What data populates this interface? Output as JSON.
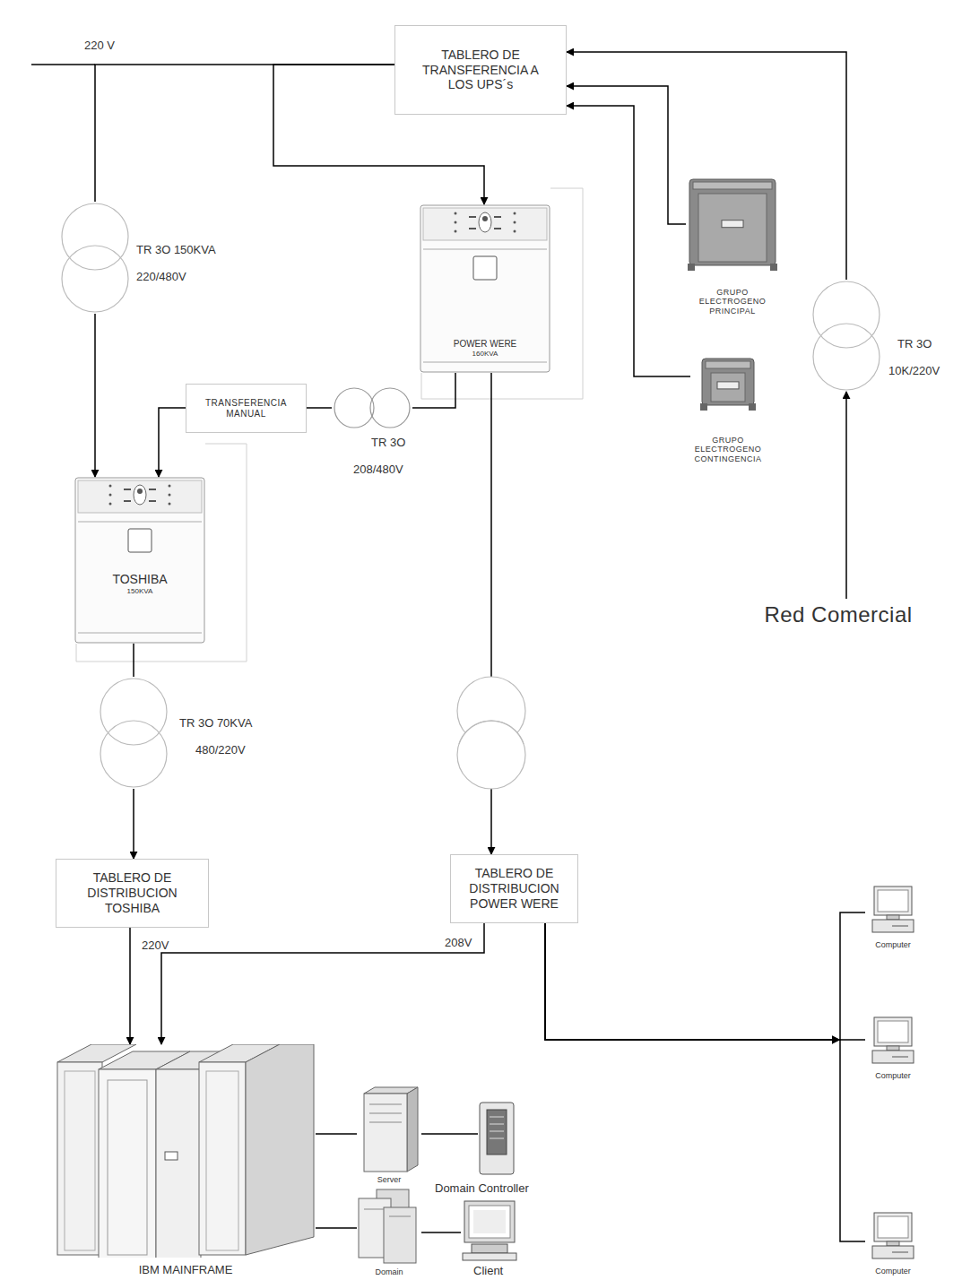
{
  "diagram": {
    "nodes": [
      {
        "text": [
          "TABLERO DE TRANSFERENCIA A LOS UPS´s"
        ]
      },
      {
        "text": [
          "TR 3O 150KVA",
          "220/480V"
        ]
      },
      {
        "text": [
          "POWER WERE",
          "160KVA"
        ]
      },
      {
        "text": [
          "GRUPO ELECTROGENO PRINCIPAL"
        ]
      },
      {
        "text": [
          "TR 3O",
          "10K/220V"
        ]
      },
      {
        "text": [
          "TRANSFERENCIA MANUAL"
        ]
      },
      {
        "text": [
          "TR 3O",
          "208/480V"
        ]
      },
      {
        "text": [
          "GRUPO ELECTROGENO CONTINGENCIA"
        ]
      },
      {
        "text": [
          "TOSHIBA",
          "150KVA"
        ]
      },
      {
        "text": [
          "Red Comercial"
        ]
      },
      {
        "text": [
          "TR 3O 70KVA",
          "480/220V"
        ]
      },
      {
        "text": [
          "TABLERO DE DISTRIBUCION TOSHIBA"
        ]
      },
      {
        "text": [
          "TABLERO DE DISTRIBUCION POWER WERE"
        ]
      },
      {
        "text": [
          "Computer"
        ]
      },
      {
        "text": [
          "Computer"
        ]
      },
      {
        "text": [
          "IBM MAINFRAME"
        ]
      },
      {
        "text": [
          "Server"
        ]
      },
      {
        "text": [
          "Domain Controller"
        ]
      },
      {
        "text": [
          "Domain"
        ]
      },
      {
        "text": [
          "Client"
        ]
      },
      {
        "text": [
          "Computer"
        ]
      }
    ],
    "edges": [
      {
        "from": 0,
        "to": 1,
        "arrow": "none"
      },
      {
        "from": 0,
        "to": 2,
        "arrow": "to"
      },
      {
        "from": 3,
        "to": 0,
        "arrow": "to"
      },
      {
        "from": 7,
        "to": 0,
        "arrow": "to"
      },
      {
        "from": 4,
        "to": 0,
        "arrow": "to"
      },
      {
        "from": 9,
        "to": 4,
        "arrow": "to"
      },
      {
        "from": 1,
        "to": 8,
        "arrow": "to"
      },
      {
        "from": 2,
        "to": 6,
        "arrow": "none"
      },
      {
        "from": 6,
        "to": 5,
        "arrow": "none"
      },
      {
        "from": 5,
        "to": 8,
        "arrow": "to"
      },
      {
        "from": 8,
        "to": 10,
        "arrow": "none"
      },
      {
        "from": 10,
        "to": 11,
        "arrow": "to"
      },
      {
        "from": 2,
        "to": 12,
        "arrow": "to"
      },
      {
        "from": 11,
        "to": 15,
        "label": "220V",
        "arrow": "to"
      },
      {
        "from": 12,
        "to": 15,
        "label": "208V",
        "arrow": "to"
      },
      {
        "from": 12,
        "to": 13,
        "arrow": "to"
      },
      {
        "from": 12,
        "to": 14,
        "arrow": "to"
      },
      {
        "from": 12,
        "to": 20,
        "arrow": "to"
      },
      {
        "from": 15,
        "to": 16,
        "arrow": "none"
      },
      {
        "from": 16,
        "to": 17,
        "arrow": "none"
      },
      {
        "from": 15,
        "to": 18,
        "arrow": "none"
      },
      {
        "from": 18,
        "to": 19,
        "arrow": "none"
      }
    ],
    "labels": [
      "220 V"
    ]
  }
}
